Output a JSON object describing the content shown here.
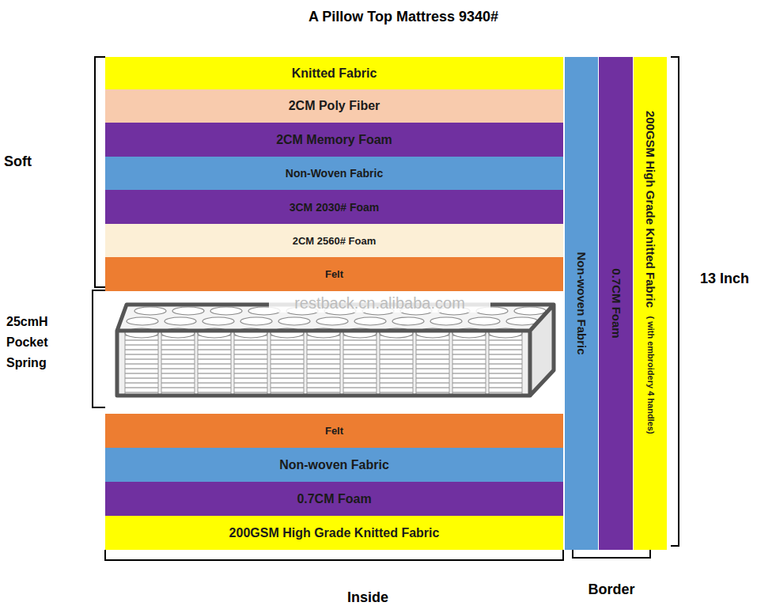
{
  "diagram": {
    "title": "A Pillow Top Mattress 9340#",
    "nodes": [
      {
        "text": [
          "Knitted Fabric"
        ]
      },
      {
        "text": [
          "2CM Poly Fiber"
        ]
      },
      {
        "text": [
          "2CM Memory Foam"
        ]
      },
      {
        "text": [
          "Non-Woven Fabric"
        ]
      },
      {
        "text": [
          "3CM 2030# Foam"
        ]
      },
      {
        "text": [
          "2CM 2560# Foam"
        ]
      },
      {
        "text": [
          "Felt"
        ]
      },
      {
        "text": [
          "Felt"
        ]
      },
      {
        "text": [
          "Non-woven Fabric"
        ]
      },
      {
        "text": [
          "0.7CM Foam"
        ]
      },
      {
        "text": [
          "200GSM High Grade Knitted Fabric"
        ]
      },
      {
        "text": [
          "Non-woven Fabric"
        ]
      },
      {
        "text": [
          "0.7CM Foam"
        ]
      },
      {
        "text": [
          "200GSM High Grade Knitted Fabric",
          "( with embroidery 4 handles)"
        ]
      }
    ],
    "labels": [
      "Soft",
      "13 Inch",
      "restback.cn.alibaba.com",
      "25cmH Pocket Spring",
      "Border",
      "Inside"
    ]
  }
}
